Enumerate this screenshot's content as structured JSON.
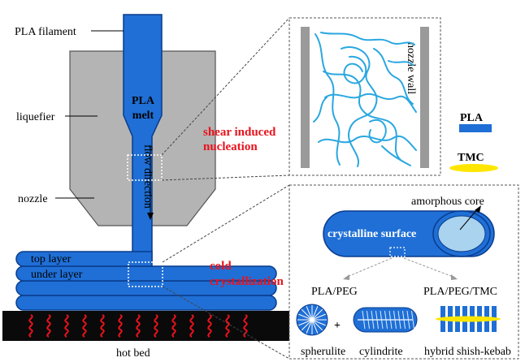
{
  "labels": {
    "pla_filament": "PLA filament",
    "liquefier": "liquefier",
    "nozzle": "nozzle",
    "top_layer": "top layer",
    "under_layer": "under layer",
    "hot_bed": "hot bed",
    "pla_melt_1": "PLA",
    "pla_melt_2": "melt",
    "flow_direction": "flow direction",
    "shear_1": "shear induced",
    "shear_2": "nucleation",
    "cold_1": "cold",
    "cold_2": "crystallization",
    "nozzle_wall": "nozzle wall",
    "legend_pla": "PLA",
    "legend_tmc": "TMC",
    "amorphous_core": "amorphous core",
    "crystalline_surface": "crystalline surface",
    "pla_peg": "PLA/PEG",
    "pla_peg_tmc": "PLA/PEG/TMC",
    "plus": "+",
    "spherulite": "spherulite",
    "cylindrite": "cylindrite",
    "hybrid": "hybrid shish-kebab"
  },
  "colors": {
    "pla_blue": "#1f6fd6",
    "dark_blue": "#0a3c8c",
    "liquefier_gray": "#b4b4b4",
    "hot_bed_black": "#0a0a0a",
    "heat_red": "#e8121c",
    "tmc_yellow": "#ffe600",
    "wall_gray": "#9a9a9a",
    "chain_blue": "#2aa7e0",
    "core_light": "#a9d3ee",
    "label_red": "#e8121c"
  }
}
